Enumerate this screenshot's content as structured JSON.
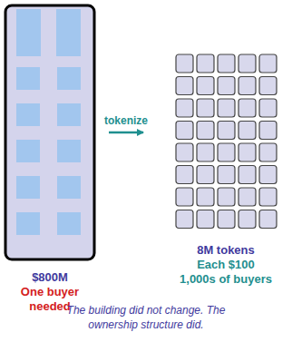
{
  "diagram": {
    "caption": "The building did not change. The ownership structure did.",
    "nodes": [
      {
        "text": [
          "$800M",
          "One buyer needed"
        ]
      },
      {
        "text": [
          "8M tokens",
          "Each $100",
          "1,000s of buyers"
        ]
      }
    ],
    "edges": [
      {
        "from": 0,
        "to": 1,
        "arrow": "to",
        "label": "tokenize"
      }
    ]
  }
}
